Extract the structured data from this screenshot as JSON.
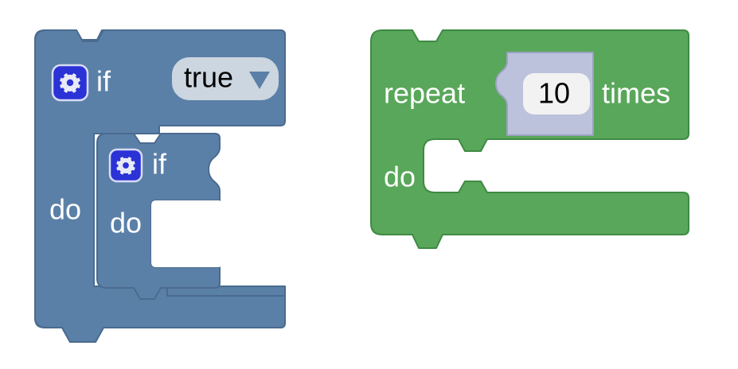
{
  "workspace": {
    "name": "blockly-workspace",
    "background_color": "#ffffff"
  },
  "blocks": [
    {
      "id": "controls_if_outer",
      "type": "controls_if",
      "color": "#5b80a8",
      "stroke": "#4a6b8f",
      "mutator_icon": "gear-icon",
      "mutator_icon_bg": "#2b32d6",
      "mutator_icon_glyph": "gear",
      "rows": [
        {
          "label": "if"
        },
        {
          "label": "do"
        }
      ],
      "value_field": {
        "name": "boolean-dropdown",
        "value": "true",
        "arrow": "▼",
        "bg": "#ccd6e0",
        "text_color": "#000000",
        "arrow_color": "#5b80a8"
      }
    },
    {
      "id": "controls_if_inner",
      "type": "controls_if",
      "color": "#5b80a8",
      "stroke": "#4a6b8f",
      "mutator_icon": "gear-icon",
      "mutator_icon_bg": "#2b32d6",
      "mutator_icon_glyph": "gear",
      "rows": [
        {
          "label": "if"
        },
        {
          "label": "do"
        }
      ],
      "value_socket_empty": true,
      "statement_socket_empty": true
    },
    {
      "id": "controls_repeat_ext",
      "type": "controls_repeat_ext",
      "color": "#59a75a",
      "stroke": "#3f8a45",
      "labels": {
        "prefix": "repeat",
        "suffix": "times",
        "statement": "do"
      },
      "value_block": {
        "id": "math_number",
        "type": "math_number",
        "color": "#bcc2db",
        "stroke": "#9aa2c2",
        "field": {
          "name": "number-input",
          "value": "10",
          "bg": "#f2f2f2",
          "text_color": "#000000"
        }
      },
      "statement_socket_empty": true
    }
  ],
  "labels": {
    "if": "if",
    "do": "do",
    "repeat": "repeat",
    "times": "times",
    "true": "true",
    "ten": "10",
    "dropdown_arrow": "▼"
  }
}
